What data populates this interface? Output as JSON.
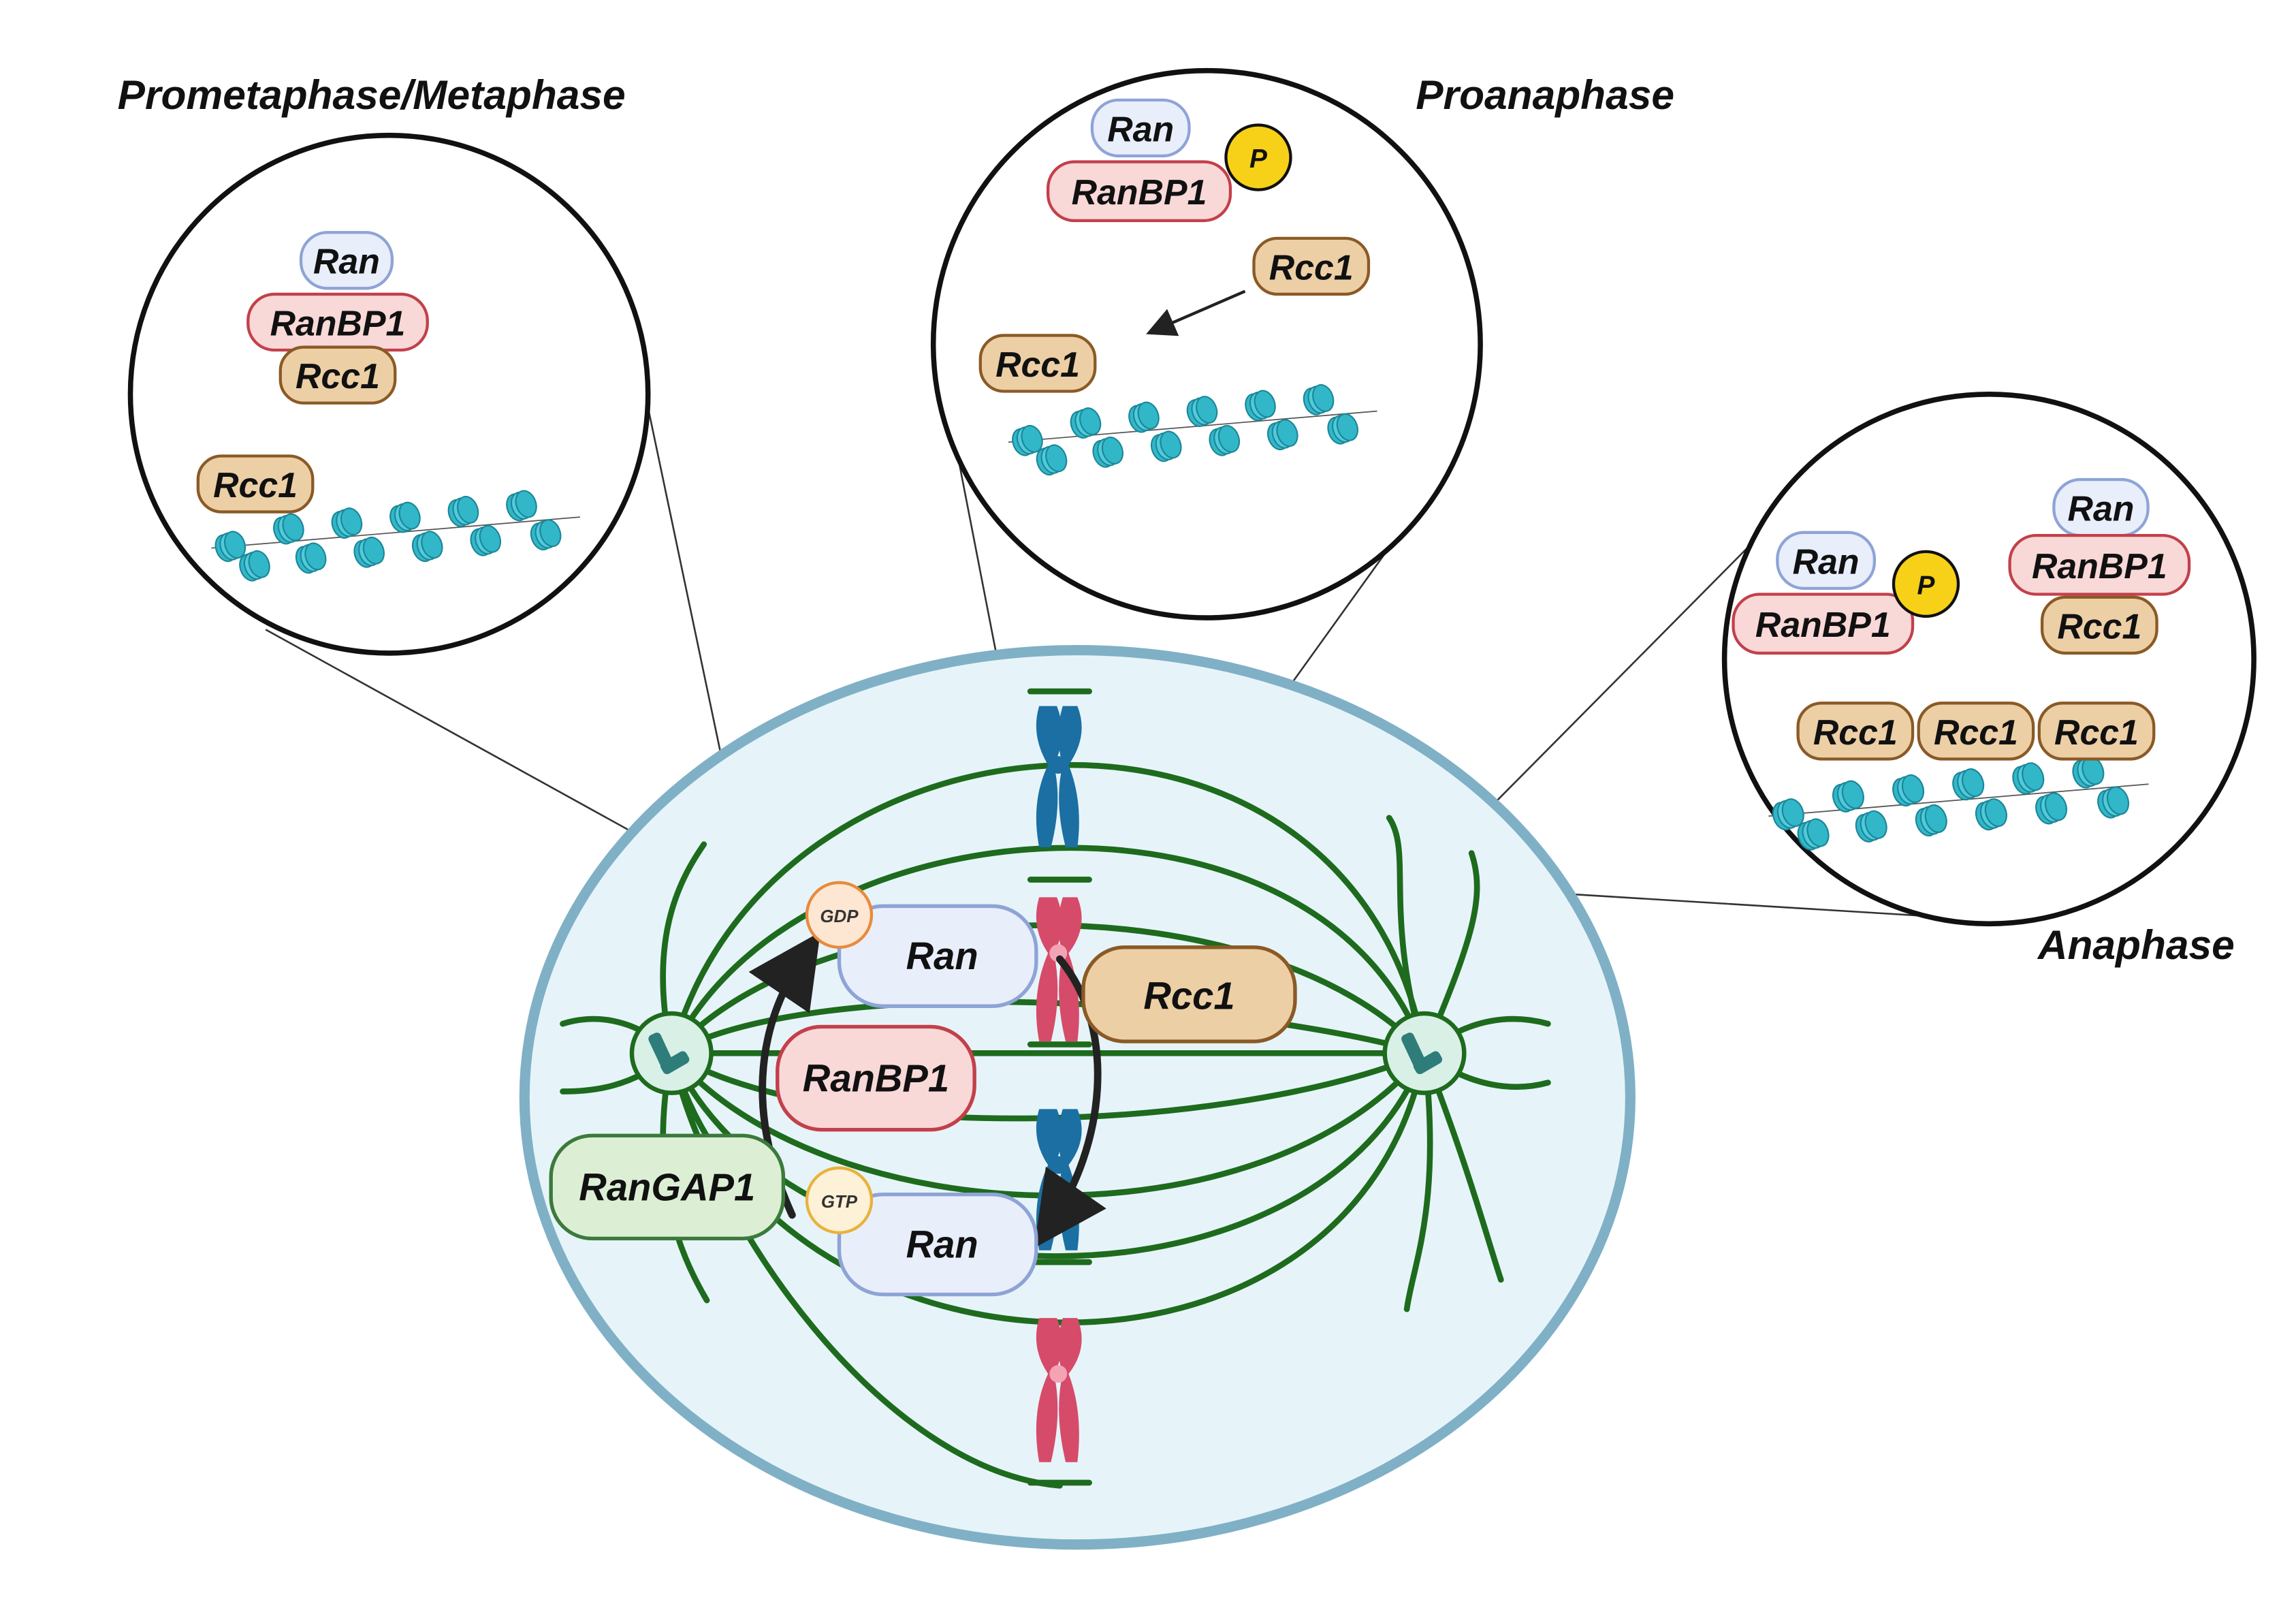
{
  "phases": {
    "prometaphase": "Prometaphase/Metaphase",
    "proanaphase": "Proanaphase",
    "anaphase": "Anaphase"
  },
  "labels": {
    "ran": "Ran",
    "ranbp1": "RanBP1",
    "rcc1": "Rcc1",
    "rangap1": "RanGAP1",
    "gdp": "GDP",
    "gtp": "GTP",
    "phospho": "P"
  },
  "colors": {
    "cell_fill": "#e6f4f9",
    "cell_stroke": "#7fb0c6",
    "microtubule": "#1e6b1e",
    "ran_fill": "#e9eefb",
    "ran_stroke": "#8ea4d6",
    "ranbp1_fill": "#f9d8d8",
    "ranbp1_stroke": "#c2404a",
    "rcc1_fill": "#edcfa6",
    "rcc1_stroke": "#8a5a26",
    "rangap1_fill": "#dcefd4",
    "rangap1_stroke": "#3c7a3c",
    "phospho_fill": "#f7d117",
    "nucleosome": "#32b7c9",
    "chromosome_blue": "#1b6fa3",
    "chromosome_pink": "#d64b6a"
  }
}
